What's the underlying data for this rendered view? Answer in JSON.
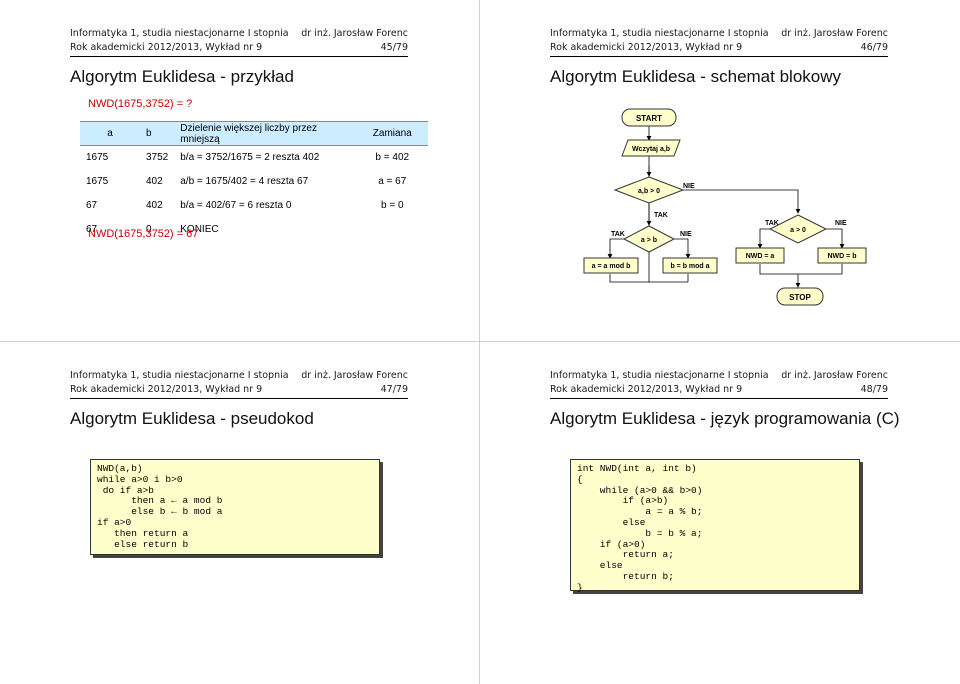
{
  "header": {
    "left_line1": "Informatyka 1, studia niestacjonarne I stopnia",
    "left_line2": "Rok akademicki 2012/2013, Wykład nr 9",
    "author": "dr inż. Jarosław Forenc"
  },
  "slides": [
    {
      "page": "45/79",
      "title": "Algorytm Euklidesa - przykład",
      "question": "NWD(1675,3752) = ?",
      "result": "NWD(1675,3752) = 67",
      "table": {
        "headers": [
          "a",
          "b",
          "Dzielenie większej liczby przez mniejszą",
          "Zamiana"
        ],
        "rows": [
          [
            "1675",
            "3752",
            "b/a  =  3752/1675  =  2 reszta 402",
            "b = 402"
          ],
          [
            "1675",
            "402",
            "a/b  =  1675/402  =  4 reszta 67",
            "a = 67"
          ],
          [
            "67",
            "402",
            "b/a  =  402/67  =  6 reszta 0",
            "b = 0"
          ],
          [
            "67",
            "0",
            "KONIEC",
            ""
          ]
        ]
      }
    },
    {
      "page": "46/79",
      "title": "Algorytm Euklidesa - schemat blokowy",
      "flow": {
        "start": "START",
        "read": "Wczytaj a,b",
        "cond1": "a,b > 0",
        "cond2": "a > b",
        "cond3": "a > 0",
        "assign_a": "a = a mod b",
        "assign_b": "b = b mod a",
        "nwd_a": "NWD = a",
        "nwd_b": "NWD = b",
        "stop": "STOP",
        "yes": "TAK",
        "no": "NIE"
      }
    },
    {
      "page": "47/79",
      "title": "Algorytm Euklidesa - pseudokod",
      "code": "NWD(a,b)\nwhile a>0 i b>0\n do if a>b\n      then a ← a mod b\n      else b ← b mod a\nif a>0\n   then return a\n   else return b"
    },
    {
      "page": "48/79",
      "title": "Algorytm Euklidesa - język programowania (C)",
      "code": "int NWD(int a, int b)\n{\n    while (a>0 && b>0)\n        if (a>b)\n            a = a % b;\n        else\n            b = b % a;\n    if (a>0)\n        return a;\n    else\n        return b;\n}"
    }
  ]
}
